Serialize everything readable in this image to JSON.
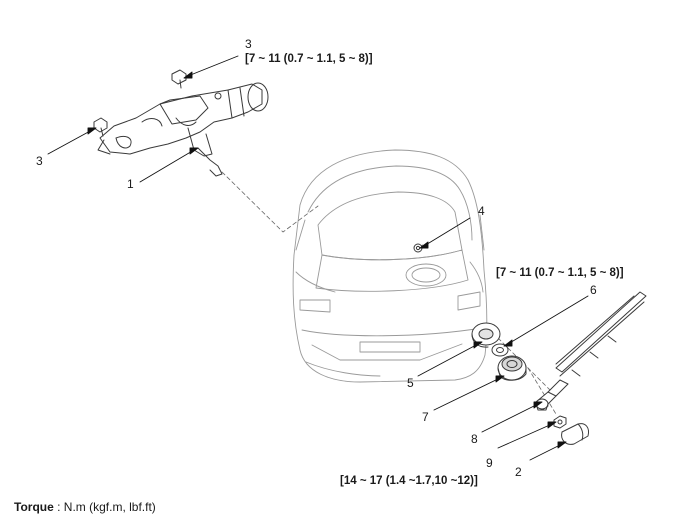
{
  "callouts": {
    "c1": "1",
    "c2": "2",
    "c3_top": "3",
    "c3_left": "3",
    "c4": "4",
    "c5": "5",
    "c6": "6",
    "c7": "7",
    "c8": "8",
    "c9": "9"
  },
  "torques": {
    "motor_bolt": "[7 ~ 11 (0.7 ~ 1.1, 5 ~ 8)]",
    "arm_nut": "[7 ~ 11 (0.7 ~ 1.1, 5 ~ 8)]",
    "pivot_nut": "[14 ~ 17 (1.4 ~1.7,10 ~12)]"
  },
  "footer": {
    "label": "Torque",
    "separator": " : ",
    "units": "N.m (kgf.m, lbf.ft)"
  }
}
